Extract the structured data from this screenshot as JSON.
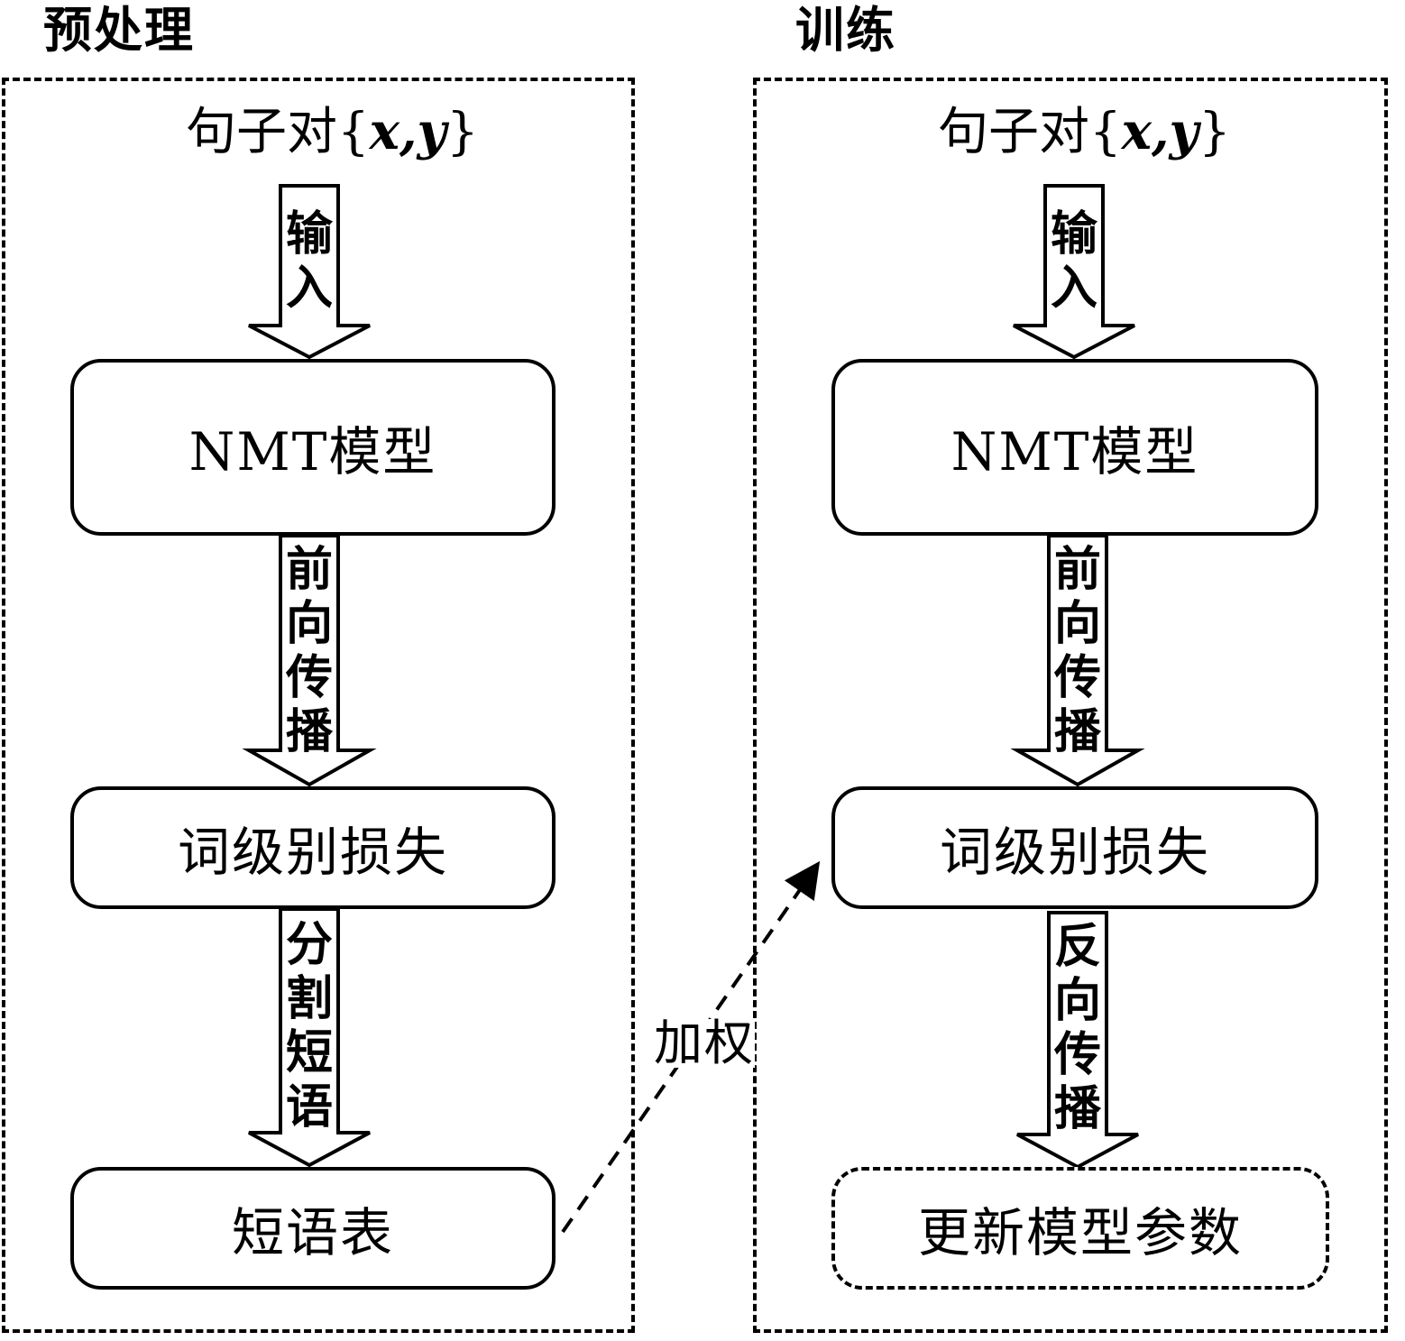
{
  "panels": {
    "preprocess": {
      "title": "预处理",
      "input_text": "句子对",
      "input_open": "{",
      "input_var": "x,y",
      "input_close": "}",
      "arrows": [
        "输入",
        "前向传播",
        "分割短语"
      ],
      "nodes": [
        "NMT模型",
        "词级别损失",
        "短语表"
      ]
    },
    "training": {
      "title": "训练",
      "input_text": "句子对",
      "input_open": "{",
      "input_var": "x,y",
      "input_close": "}",
      "arrows": [
        "输入",
        "前向传播",
        "反向传播"
      ],
      "nodes": [
        "NMT模型",
        "词级别损失",
        "更新模型参数"
      ]
    }
  },
  "cross_edge": {
    "label": "加权",
    "from": "短语表",
    "to": "词级别损失"
  }
}
